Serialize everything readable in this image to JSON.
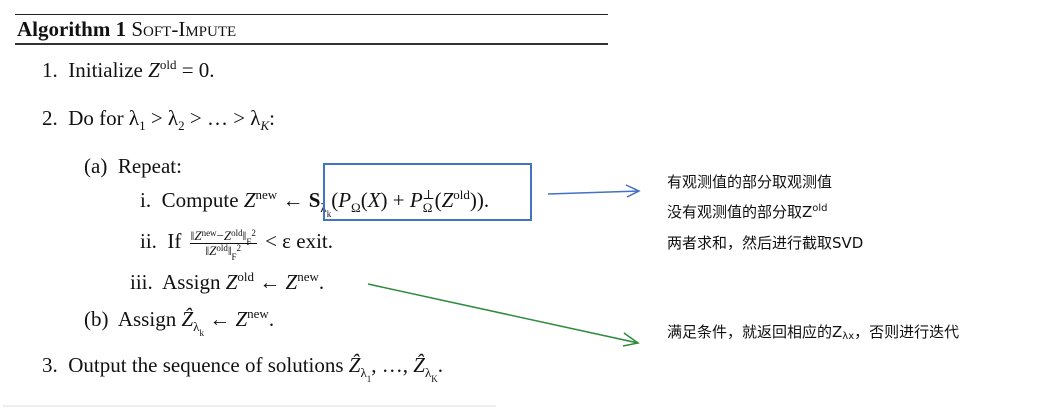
{
  "algorithm": {
    "label": "Algorithm 1",
    "name": "Soft-Impute",
    "steps": {
      "s1": {
        "num": "1.",
        "text": "Initialize"
      },
      "s2": {
        "num": "2.",
        "text": "Do for"
      },
      "a": {
        "num": "(a)",
        "text": "Repeat:"
      },
      "i": {
        "num": "i.",
        "text": "Compute"
      },
      "ii": {
        "num": "ii.",
        "text": "If",
        "tail": "exit."
      },
      "iii": {
        "num": "iii.",
        "text": "Assign"
      },
      "b": {
        "num": "(b)",
        "text": "Assign"
      },
      "s3": {
        "num": "3.",
        "text": "Output the sequence of solutions"
      }
    }
  },
  "annotations": {
    "svd_note": {
      "line1": "有观测值的部分取观测值",
      "line2": "没有观测值的部分取Z",
      "line2_sup": "old",
      "line3": "两者求和，然后进行截取SVD",
      "arrow_color": "#4472c4"
    },
    "iter_note": {
      "pre": "满足条件，就返回相应的Z",
      "sub": "λx",
      "post": "，否则进行迭代",
      "arrow_color": "#2e8b3e"
    }
  }
}
